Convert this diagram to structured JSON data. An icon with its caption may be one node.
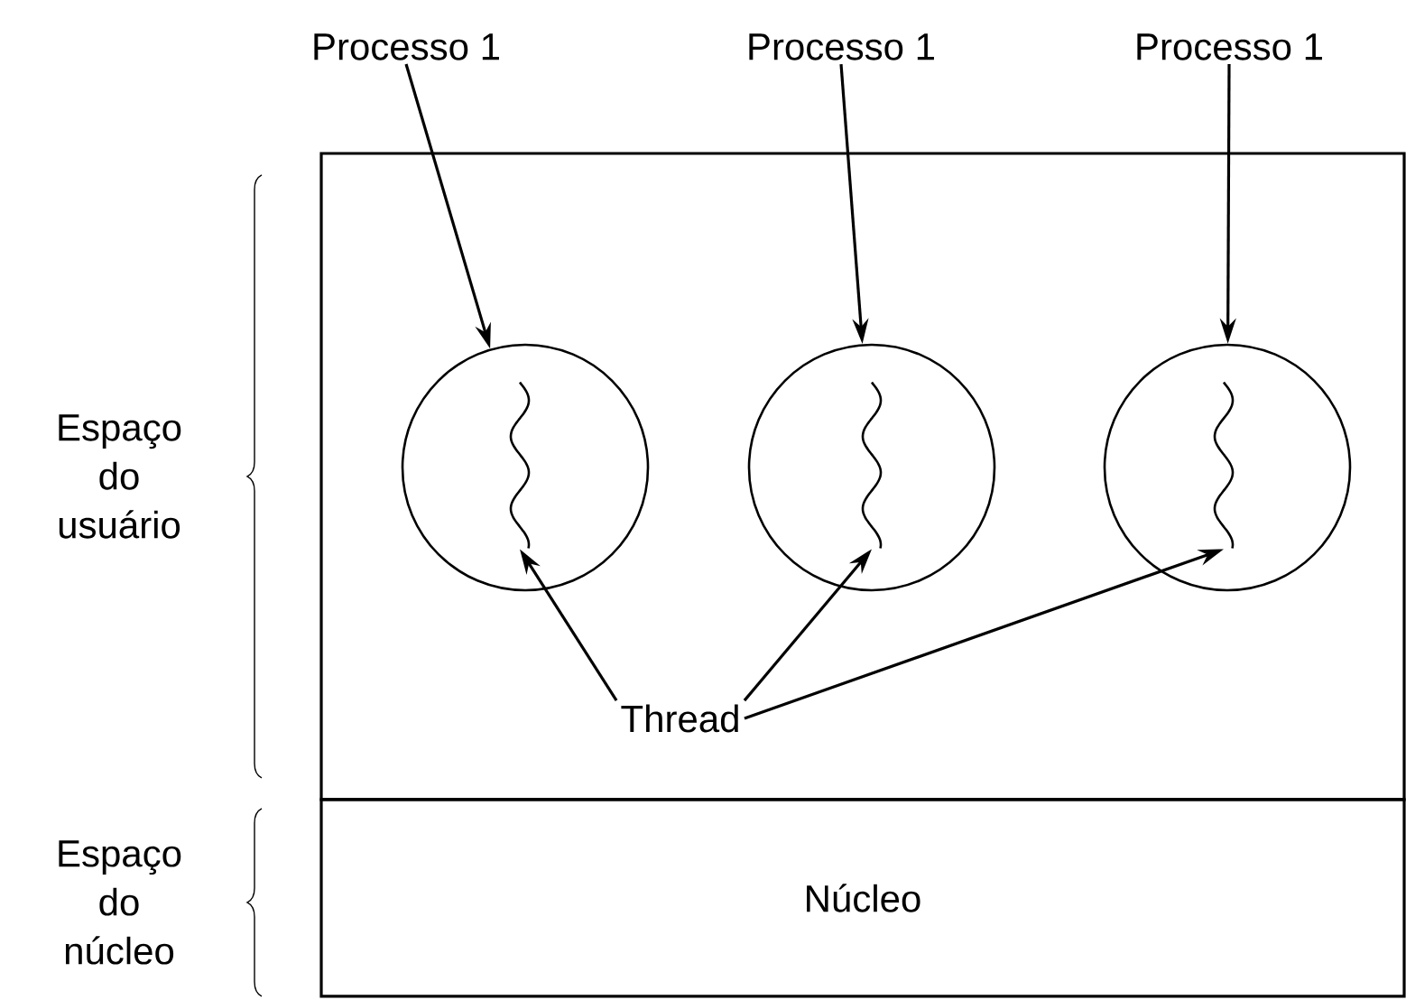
{
  "diagram": {
    "nodes": [
      {
        "text": [],
        "shape": "box",
        "beside": [
          "Espaço do usuário"
        ]
      },
      {
        "text": [
          "Núcleo"
        ],
        "beside": [
          "Espaço do núcleo"
        ]
      },
      {
        "text": [],
        "shape": "circle",
        "in": 0
      },
      {
        "text": [],
        "shape": "circle",
        "in": 0
      },
      {
        "text": [],
        "shape": "circle",
        "in": 0
      },
      {
        "text": [
          "Processo 1"
        ]
      },
      {
        "text": [
          "Processo 1"
        ]
      },
      {
        "text": [
          "Processo 1"
        ]
      },
      {
        "text": [],
        "shape": "picture",
        "in": 2
      },
      {
        "text": [],
        "shape": "picture",
        "in": 3
      },
      {
        "text": [],
        "shape": "picture",
        "in": 4
      },
      {
        "text": [
          "Thread"
        ],
        "in": 0
      }
    ],
    "edges": [
      {
        "from": 5,
        "to": 2,
        "arrow": "to"
      },
      {
        "from": 6,
        "to": 3,
        "arrow": "to"
      },
      {
        "from": 7,
        "to": 4,
        "arrow": "to"
      },
      {
        "from": 11,
        "to": 8,
        "arrow": "to"
      },
      {
        "from": 11,
        "to": 9,
        "arrow": "to"
      },
      {
        "from": 11,
        "to": 10,
        "arrow": "to"
      }
    ]
  }
}
